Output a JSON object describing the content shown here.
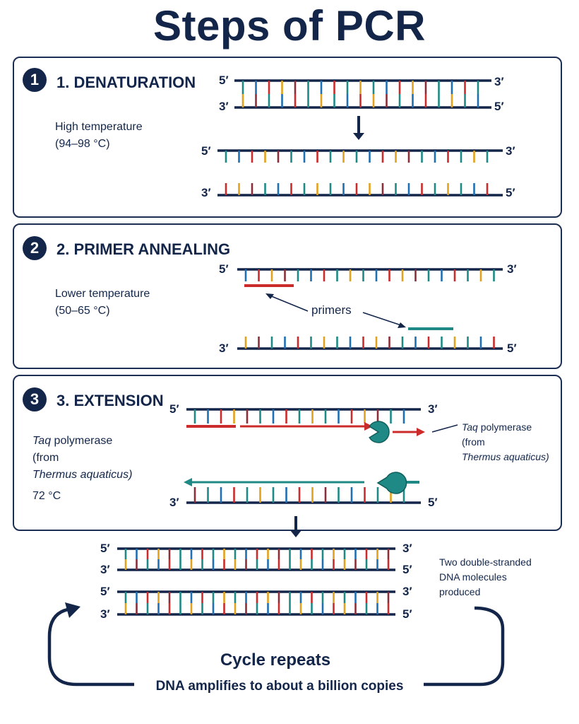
{
  "title": "Steps of PCR",
  "colors": {
    "navy": "#13264a",
    "teal": "#1f8a85",
    "red": "#cc2b2b",
    "gold": "#e2a21d",
    "blue": "#1f6fb3",
    "maroon": "#8a2f3a"
  },
  "strand_labels": {
    "five_prime": "5′",
    "three_prime": "3′"
  },
  "steps": [
    {
      "number": "1",
      "title": "1. DENATURATION",
      "condition_line1": "High temperature",
      "condition_line2": "(94–98 °C)"
    },
    {
      "number": "2",
      "title": "2. PRIMER ANNEALING",
      "condition_line1": "Lower temperature",
      "condition_line2": "(50–65 °C)",
      "callout": "primers"
    },
    {
      "number": "3",
      "title": "3. EXTENSION",
      "enzyme_name": "Taq",
      "enzyme_rest": " polymerase",
      "enzyme_from": "(from",
      "enzyme_source": "Thermus aquaticus)",
      "temperature": "72 °C",
      "callout_enzyme_name": "Taq",
      "callout_enzyme_rest": " polymerase",
      "callout_from": "(from",
      "callout_source": "Thermus aquaticus)"
    }
  ],
  "result": {
    "line1": "Two double-stranded",
    "line2": "DNA molecules",
    "line3": "produced"
  },
  "cycle": {
    "title": "Cycle repeats",
    "subtitle": "DNA amplifies to about a billion copies"
  }
}
